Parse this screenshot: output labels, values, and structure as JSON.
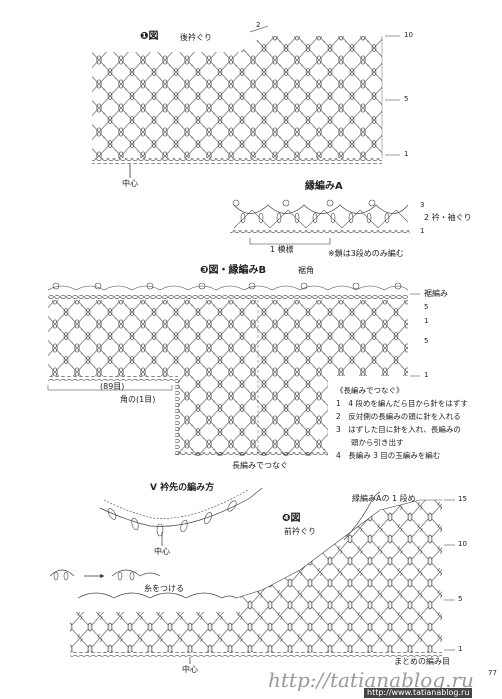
{
  "fig1": {
    "title": "❶図",
    "subtitle": "後衿ぐり",
    "center": "中心",
    "rows": [
      "10",
      "5",
      "1"
    ],
    "arrow": "2"
  },
  "edgeA": {
    "title": "縁編みA",
    "rows": [
      "3",
      "1"
    ],
    "side": "2 衿・袖ぐり",
    "pattern": "1 模様",
    "note": "※鎖は3段めのみ編む"
  },
  "fig3": {
    "title": "❸図・縁編みB",
    "subtitle": "裾角",
    "edge": "裾編み",
    "rows": [
      "5",
      "1",
      "5",
      "1"
    ],
    "count": "(89目)",
    "corner": "角の(1目)",
    "join": "長編みでつなぐ"
  },
  "notes": {
    "heading": "《長編みでつなぐ》",
    "items": [
      "1　4 段めを編んだら目から針をはずす",
      "2　反対側の長編みの頭に針を入れる",
      "3　はずした目に針を入れ、長編みの",
      "　　頭から引き出す",
      "4　長編み 3 目の玉編みを編む"
    ]
  },
  "vneck": {
    "title": "V 衿先の編み方",
    "center": "中心",
    "center2": "中心",
    "join_label": "糸をつける"
  },
  "fig4": {
    "title": "❹図",
    "subtitle": "前衿ぐり",
    "first_row": "縁編みAの 1 段め",
    "rows": [
      "15",
      "10",
      "5",
      "1"
    ],
    "bottom": "まとめの編み目"
  },
  "footer": {
    "page": "77",
    "url": "http://tatianablog.ru",
    "badge": "http://www.tatianablog.ru"
  }
}
